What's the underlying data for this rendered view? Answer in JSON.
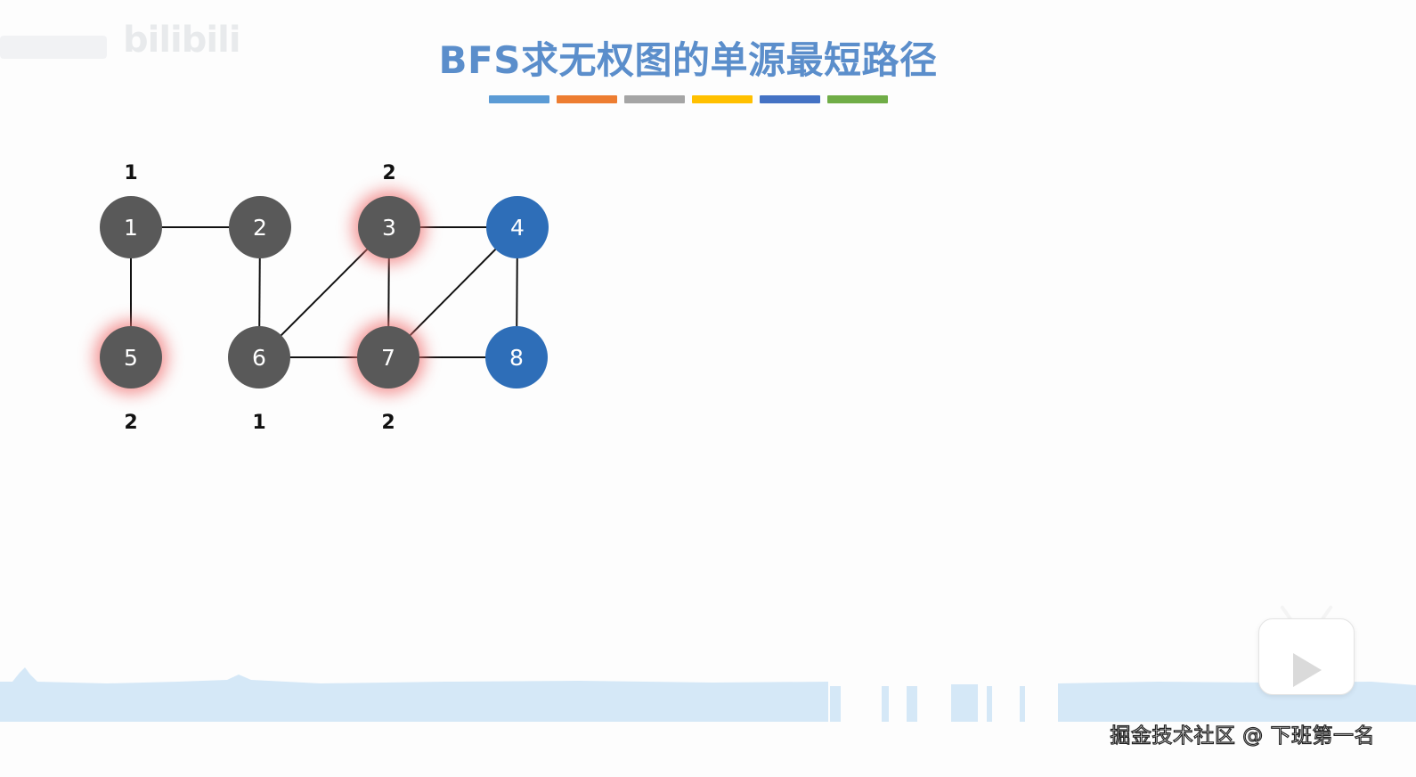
{
  "watermark": {
    "text": "bilibili"
  },
  "title": "BFS求无权图的单源最短路径",
  "color_bar": [
    "#5b9bd5",
    "#ed7d31",
    "#a5a5a5",
    "#ffc000",
    "#4472c4",
    "#70ad47"
  ],
  "graph": {
    "nodes": [
      {
        "id": "1",
        "color": "#595959",
        "glow": false,
        "distance": "1"
      },
      {
        "id": "2",
        "color": "#595959",
        "glow": false,
        "distance": ""
      },
      {
        "id": "3",
        "color": "#595959",
        "glow": true,
        "distance": "2"
      },
      {
        "id": "4",
        "color": "#2e6eb8",
        "glow": false,
        "distance": ""
      },
      {
        "id": "5",
        "color": "#595959",
        "glow": true,
        "distance": "2"
      },
      {
        "id": "6",
        "color": "#595959",
        "glow": false,
        "distance": "1"
      },
      {
        "id": "7",
        "color": "#595959",
        "glow": true,
        "distance": "2"
      },
      {
        "id": "8",
        "color": "#2e6eb8",
        "glow": false,
        "distance": ""
      }
    ],
    "edges": [
      [
        "1",
        "2"
      ],
      [
        "1",
        "5"
      ],
      [
        "2",
        "6"
      ],
      [
        "3",
        "4"
      ],
      [
        "3",
        "6"
      ],
      [
        "3",
        "7"
      ],
      [
        "4",
        "7"
      ],
      [
        "4",
        "8"
      ],
      [
        "6",
        "7"
      ],
      [
        "7",
        "8"
      ]
    ]
  },
  "play_widget": {
    "icon": "play-icon"
  },
  "credit": "掘金技术社区 @ 下班第一名"
}
